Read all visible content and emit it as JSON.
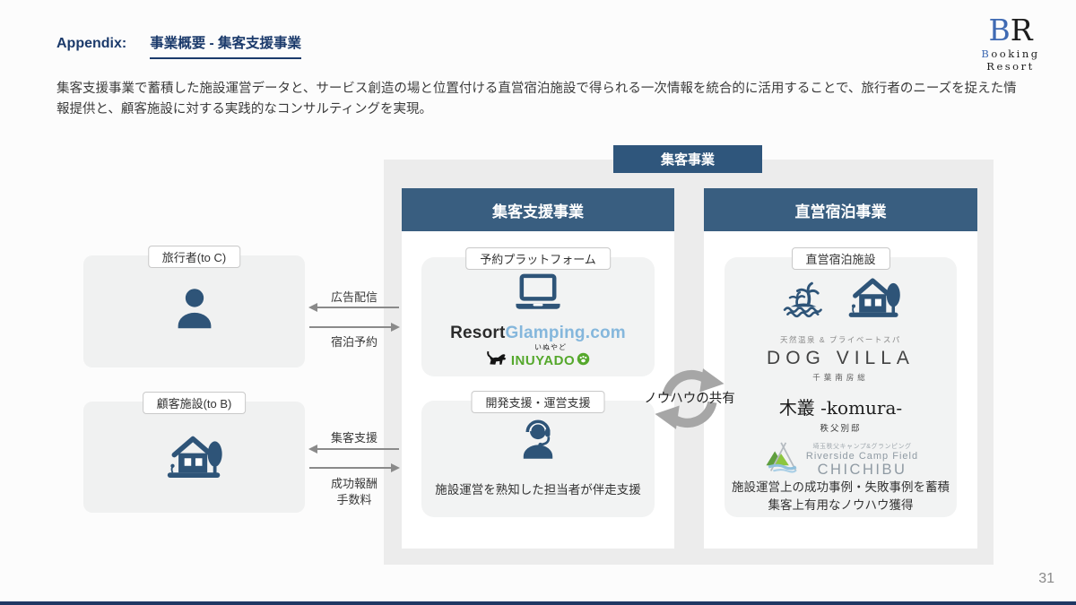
{
  "header": {
    "prefix": "Appendix:",
    "title": "事業概要 - 集客支援事業"
  },
  "logo": {
    "mark_b": "B",
    "mark_r": "R",
    "name_b": "B",
    "name_rest": "ooking Resort"
  },
  "description": "集客支援事業で蓄積した施設運営データと、サービス創造の場と位置付ける直営宿泊施設で得られる一次情報を統合的に活用することで、旅行者のニーズを捉えた情報提供と、顧客施設に対する実践的なコンサルティングを実現。",
  "page_number": "31",
  "diagram": {
    "badge": "集客事業",
    "actors": {
      "traveler": {
        "label": "旅行者(to C)"
      },
      "client": {
        "label": "顧客施設(to B)"
      }
    },
    "flows": {
      "ad": "広告配信",
      "booking": "宿泊予約",
      "support": "集客支援",
      "fee_line1": "成功報酬",
      "fee_line2": "手数料"
    },
    "support_panel": {
      "title": "集客支援事業",
      "platform": {
        "label": "予約プラットフォーム",
        "resort": "Resort",
        "glamping": "Glamping.com",
        "inuyado_ruby": "いぬやど",
        "inuyado": "INUYADO"
      },
      "dev": {
        "label": "開発支援・運営支援",
        "caption": "施設運営を熟知した担当者が伴走支援"
      }
    },
    "lodging_panel": {
      "title": "直営宿泊事業",
      "label": "直営宿泊施設",
      "dogvilla": {
        "tagline": "天然温泉 & プライベートスパ",
        "name": "DOG VILLA",
        "location": "千葉南房総"
      },
      "komura": {
        "name": "木叢 -komura-",
        "location": "秩父別邸"
      },
      "chichibu": {
        "tagline": "埼玉秩父キャンプ&グランピング",
        "line1": "Riverside Camp Field",
        "line2": "CHICHIBU"
      },
      "caption_line1": "施設運営上の成功事例・失敗事例を蓄積",
      "caption_line2": "集客上有用なノウハウ獲得"
    },
    "exchange": "ノウハウの共有"
  },
  "colors": {
    "title_navy": "#1b3a6b",
    "panel_blue": "#395e80",
    "badge_blue": "#2f567c",
    "icon_blue": "#2e5478",
    "inuyado_green": "#55a82c",
    "glamping_blue": "#85b7dc",
    "arrow_gray": "#8a8a8a",
    "container_gray": "#ececec",
    "bottom_bar_navy": "#1f3864"
  }
}
